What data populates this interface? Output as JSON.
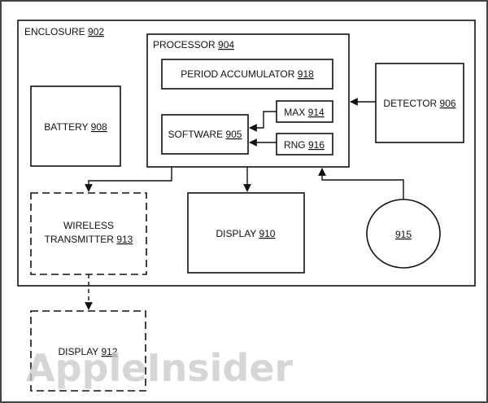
{
  "enclosure": {
    "label": "ENCLOSURE",
    "ref": "902"
  },
  "processor": {
    "label": "PROCESSOR",
    "ref": "904"
  },
  "accumulator": {
    "label": "PERIOD ACCUMULATOR",
    "ref": "918"
  },
  "software": {
    "label": "SOFTWARE",
    "ref": "905"
  },
  "max": {
    "label": "MAX",
    "ref": "914"
  },
  "rng": {
    "label": "RNG",
    "ref": "916"
  },
  "detector": {
    "label": "DETECTOR",
    "ref": "906"
  },
  "battery": {
    "label": "BATTERY",
    "ref": "908"
  },
  "wireless": {
    "label_line1": "WIRELESS",
    "label_line2": "TRANSMITTER",
    "ref": "913"
  },
  "display_internal": {
    "label": "DISPLAY",
    "ref": "910"
  },
  "circle": {
    "ref": "915"
  },
  "display_external": {
    "label": "DISPLAY",
    "ref": "912"
  },
  "watermark": {
    "text": "AppleInsider"
  }
}
